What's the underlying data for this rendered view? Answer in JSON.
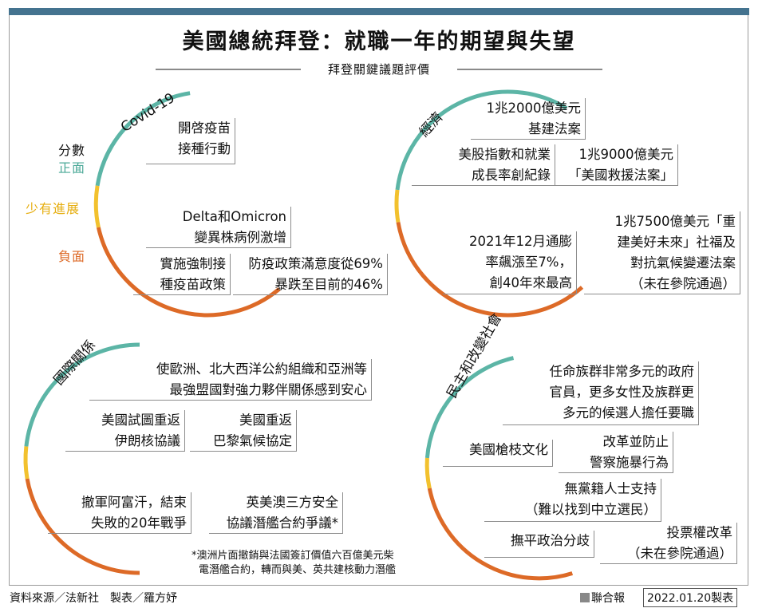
{
  "title": "美國總統拜登：就職一年的期望與失望",
  "subtitle": "拜登關鍵議題評價",
  "legend": {
    "score": "分數",
    "positive": "正面",
    "neutral": "少有進展",
    "negative": "負面"
  },
  "colors": {
    "positive": "#5cb5a6",
    "neutral": "#f2c12e",
    "negative": "#dd6a27",
    "topbar": "#44738f"
  },
  "sections": {
    "covid": {
      "label": "Covid-19",
      "items": [
        [
          "開啓疫苗",
          "接種行動"
        ],
        [
          "Delta和Omicron",
          "變異株病例激增"
        ],
        [
          "實施強制接",
          "種疫苗政策"
        ],
        [
          "防疫政策滿意度從69%",
          "暴跌至目前的46%"
        ]
      ]
    },
    "economy": {
      "label": "經濟",
      "items": [
        [
          "1兆2000億美元",
          "基建法案"
        ],
        [
          "美股指數和就業",
          "成長率創紀錄"
        ],
        [
          "1兆9000億美元",
          "「美國救援法案」"
        ],
        [
          "1兆7500億美元「重",
          "建美好未來」社福及",
          "對抗氣候變遷法案",
          "（未在參院通過）"
        ],
        [
          "2021年12月通膨",
          "率飆漲至7%，",
          "創40年來最高"
        ]
      ]
    },
    "intl": {
      "label": "國際關係",
      "items": [
        [
          "使歐洲、北大西洋公約組織和亞洲等",
          "最強盟國對強力夥伴關係感到安心"
        ],
        [
          "美國試圖重返",
          "伊朗核協議"
        ],
        [
          "美國重返",
          "巴黎氣候協定"
        ],
        [
          "撤軍阿富汗，結束",
          "失敗的20年戰爭"
        ],
        [
          "英美澳三方安全",
          "協議潛艦合約爭議*"
        ]
      ]
    },
    "democracy": {
      "label": "民主和改變社會",
      "items": [
        [
          "任命族群非常多元的政府",
          "官員，更多女性及族群更",
          "多元的候選人擔任要職"
        ],
        [
          "美國槍枝文化"
        ],
        [
          "改革並防止",
          "警察施暴行為"
        ],
        [
          "無黨籍人士支持",
          "（難以找到中立選民）"
        ],
        [
          "撫平政治分歧"
        ],
        [
          "投票權改革",
          "（未在參院通過）"
        ]
      ]
    }
  },
  "footnote": [
    "*澳洲片面撤銷與法國簽訂價值六百億美元柴",
    "電潛艦合約，轉而與美、英共建核動力潛艦"
  ],
  "source": {
    "label": "資料來源／法新社",
    "maker": "製表／羅方妤"
  },
  "brand": "聯合報",
  "date": "2022.01.20製表"
}
